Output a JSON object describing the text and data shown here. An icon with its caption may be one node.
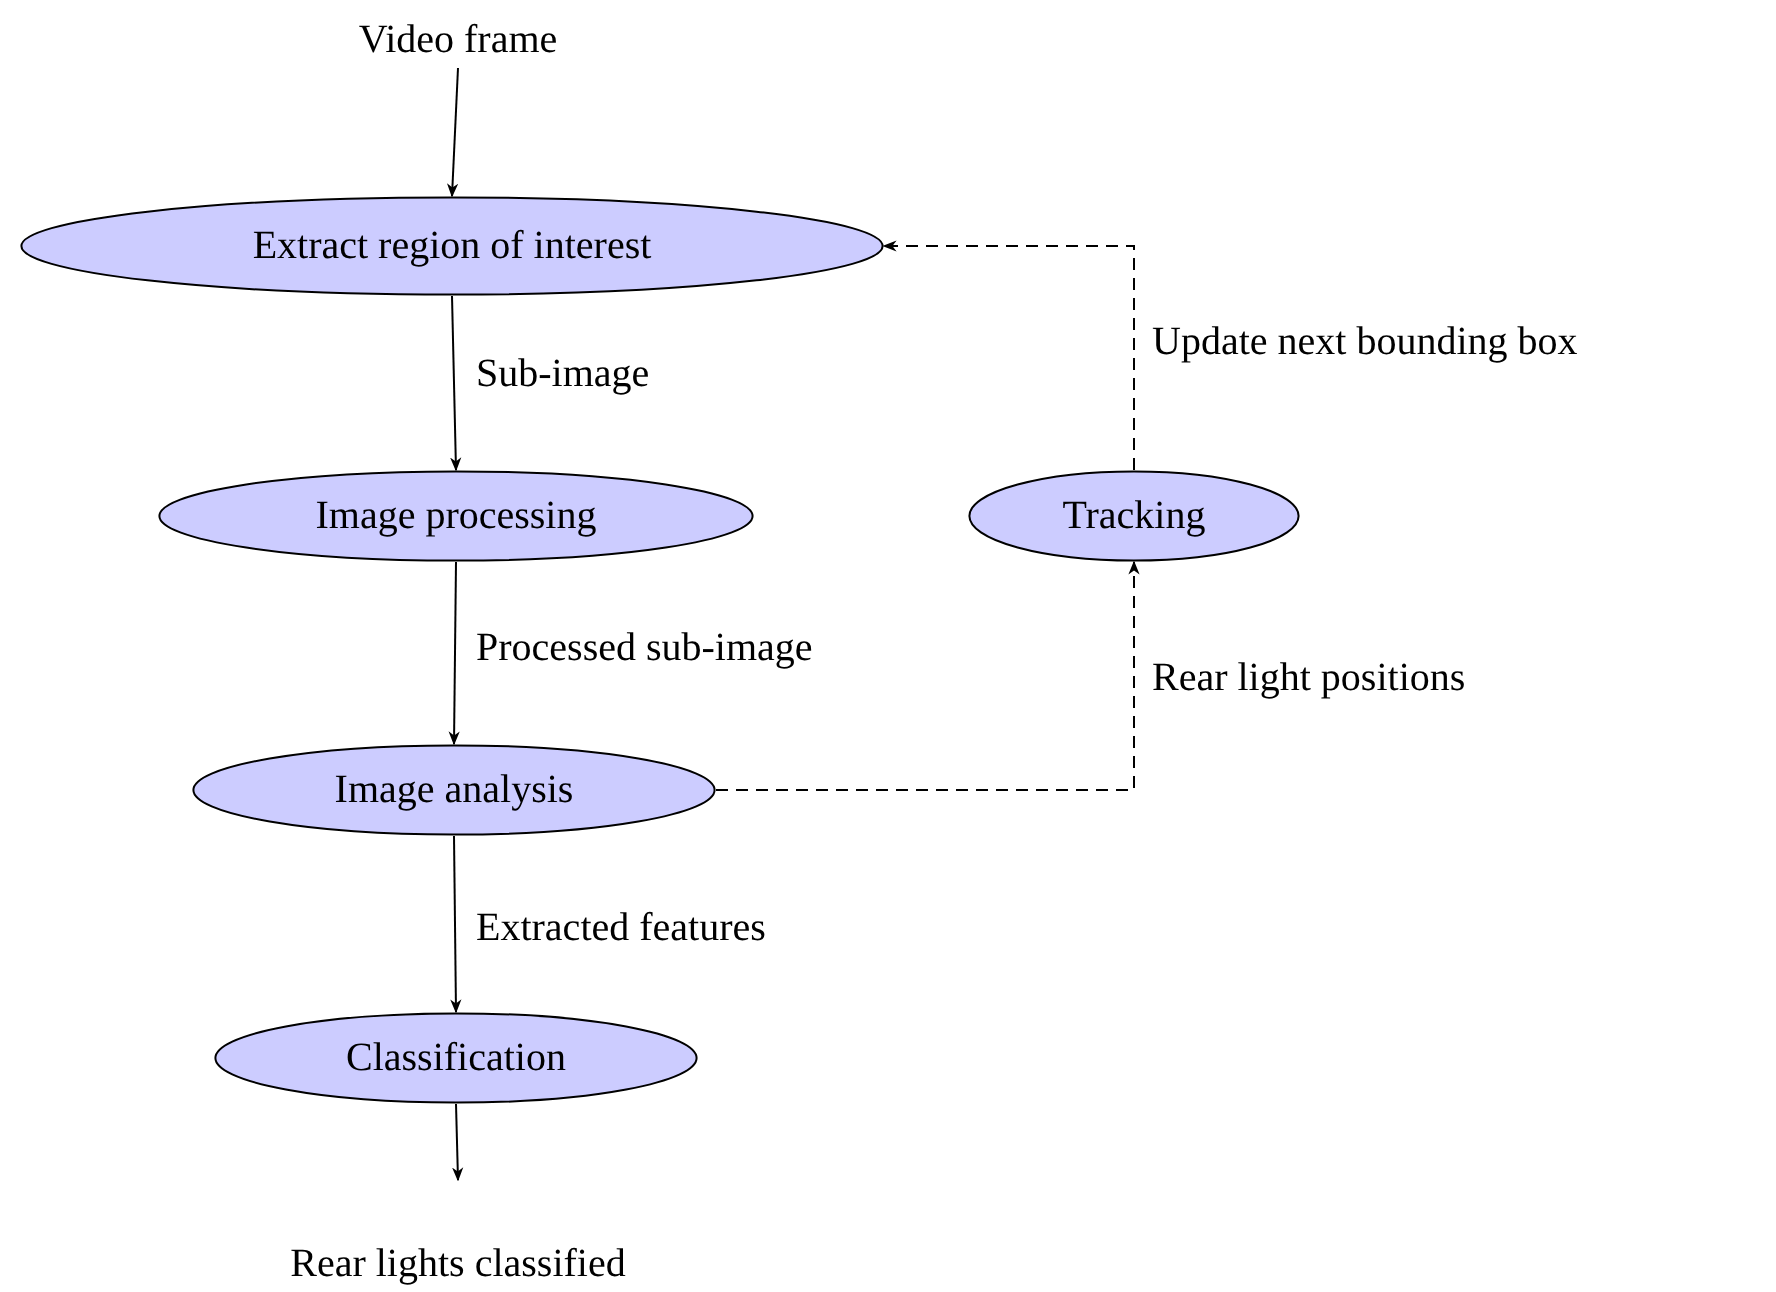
{
  "diagram": {
    "nodes": [
      {
        "text": [
          "Video frame"
        ]
      },
      {
        "text": [
          "Extract region of interest"
        ]
      },
      {
        "text": [
          "Image processing"
        ]
      },
      {
        "text": [
          "Tracking"
        ]
      },
      {
        "text": [
          "Image analysis"
        ]
      },
      {
        "text": [
          "Classification"
        ]
      },
      {
        "text": [
          "Rear lights classified"
        ]
      }
    ],
    "edges": [
      {
        "from": 0,
        "to": 1,
        "arrow": "to"
      },
      {
        "from": 1,
        "to": 2,
        "arrow": "to",
        "label": "Sub-image"
      },
      {
        "from": 2,
        "to": 4,
        "arrow": "to",
        "label": "Processed sub-image"
      },
      {
        "from": 4,
        "to": 3,
        "arrow": "to",
        "label": "Rear light positions",
        "style": "dashed"
      },
      {
        "from": 3,
        "to": 1,
        "arrow": "to",
        "label": "Update next bounding box",
        "style": "dashed"
      },
      {
        "from": 4,
        "to": 5,
        "arrow": "to",
        "label": "Extracted features"
      },
      {
        "from": 5,
        "to": 6,
        "arrow": "to"
      }
    ]
  }
}
